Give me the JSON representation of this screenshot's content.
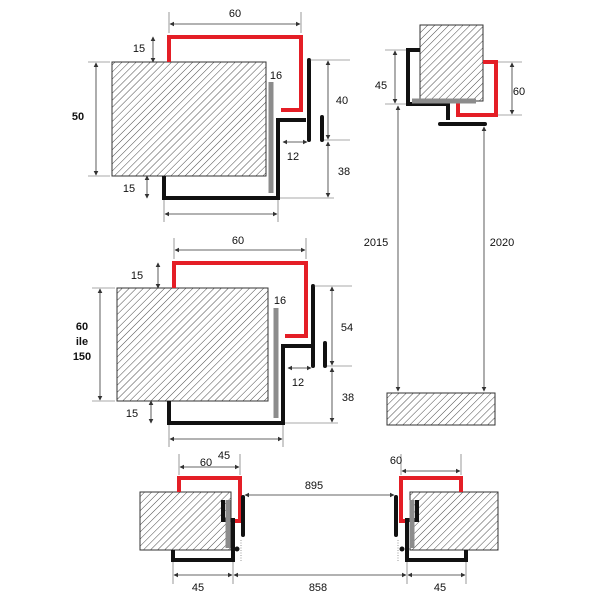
{
  "labels": {
    "d1_width": "60",
    "d1_red_offset": "15",
    "d1_wall_height": "50",
    "d1_gap": "16",
    "d1_step": "40",
    "d1_lip": "12",
    "d1_bottom_step": "38",
    "d1_bottom_offset": "15",
    "d2_width": "60",
    "d2_red_offset": "15",
    "d2_wall_height_a": "60",
    "d2_wall_height_b": "ile",
    "d2_wall_height_c": "150",
    "d2_gap": "16",
    "d2_step": "54",
    "d2_lip": "12",
    "d2_bottom_step": "38",
    "d2_bottom_offset": "15",
    "s_top_left": "45",
    "s_top_right": "60",
    "s_height_left": "2015",
    "s_height_right": "2020",
    "p_left_60": "60",
    "p_left_45": "45",
    "p_overall": "895",
    "p_right_60": "60",
    "p_bottom_left_45": "45",
    "p_clear": "858",
    "p_bottom_right_45": "45"
  },
  "colors": {
    "frame_outer": "#e41e26",
    "frame_inner": "#111111",
    "seal": "#8c8c8c"
  }
}
